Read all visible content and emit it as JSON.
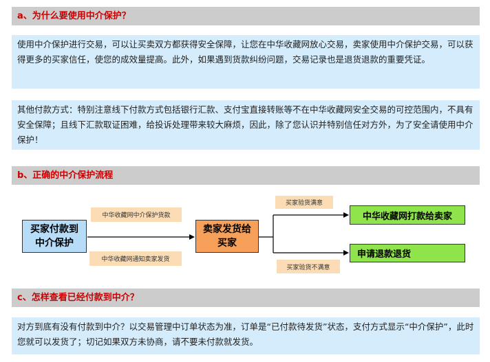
{
  "section_a": {
    "heading": "a、为什么要使用中介保护？",
    "paragraph_1": "使用中介保护进行交易，可以让买卖双方都获得安全保障，让您在中华收藏网放心交易，卖家使用中介保护交易，可以获得更多的买家信任，使您的成效量提高。此外，如果遇到货款纠纷问题，交易记录也是退货退款的重要凭证。",
    "paragraph_2": "其他付款方式：特别注意线下付款方式包括银行汇款、支付宝直接转账等不在中华收藏网安全交易的可控范围内，不具有安全保障；且线下汇款取证困难，给投诉处理带来较大麻烦，因此，除了您认识并特别信任对方外，为了安全请使用中介保护！"
  },
  "section_b": {
    "heading": "b、正确的中介保护流程",
    "flow": {
      "step_buyer_pay": "买家付款到\n中介保护",
      "step_seller_ship": "卖家发货给\n买家",
      "outcome_pay_seller": "中华收藏网打款给卖家",
      "outcome_refund": "申请退款退货",
      "note_received": "中华收藏网中介保护货款",
      "note_notify": "中华收藏网通知卖家发货",
      "note_satisfied": "买家验货满意",
      "note_unsatisfied": "买家验货不满意"
    }
  },
  "section_c": {
    "heading": "c、怎样查看已经付款到中介？",
    "paragraph": "对方到底有没有付款到中介？以交易管理中订单状态为准，订单是“已付款待发货”状态，支付方式显示“中介保护”，此时您就可以发货了；切记如果双方未协商，请不要未付款就发货。"
  },
  "colors": {
    "heading_bar": "#cccccc",
    "heading_text": "#cc0000",
    "paragraph_bg": "#d4ecfb",
    "node_blue": "#b7dcf8",
    "node_orange": "#f7a05a",
    "node_green": "#8ee44a",
    "note_bg": "#fbdcb4"
  }
}
